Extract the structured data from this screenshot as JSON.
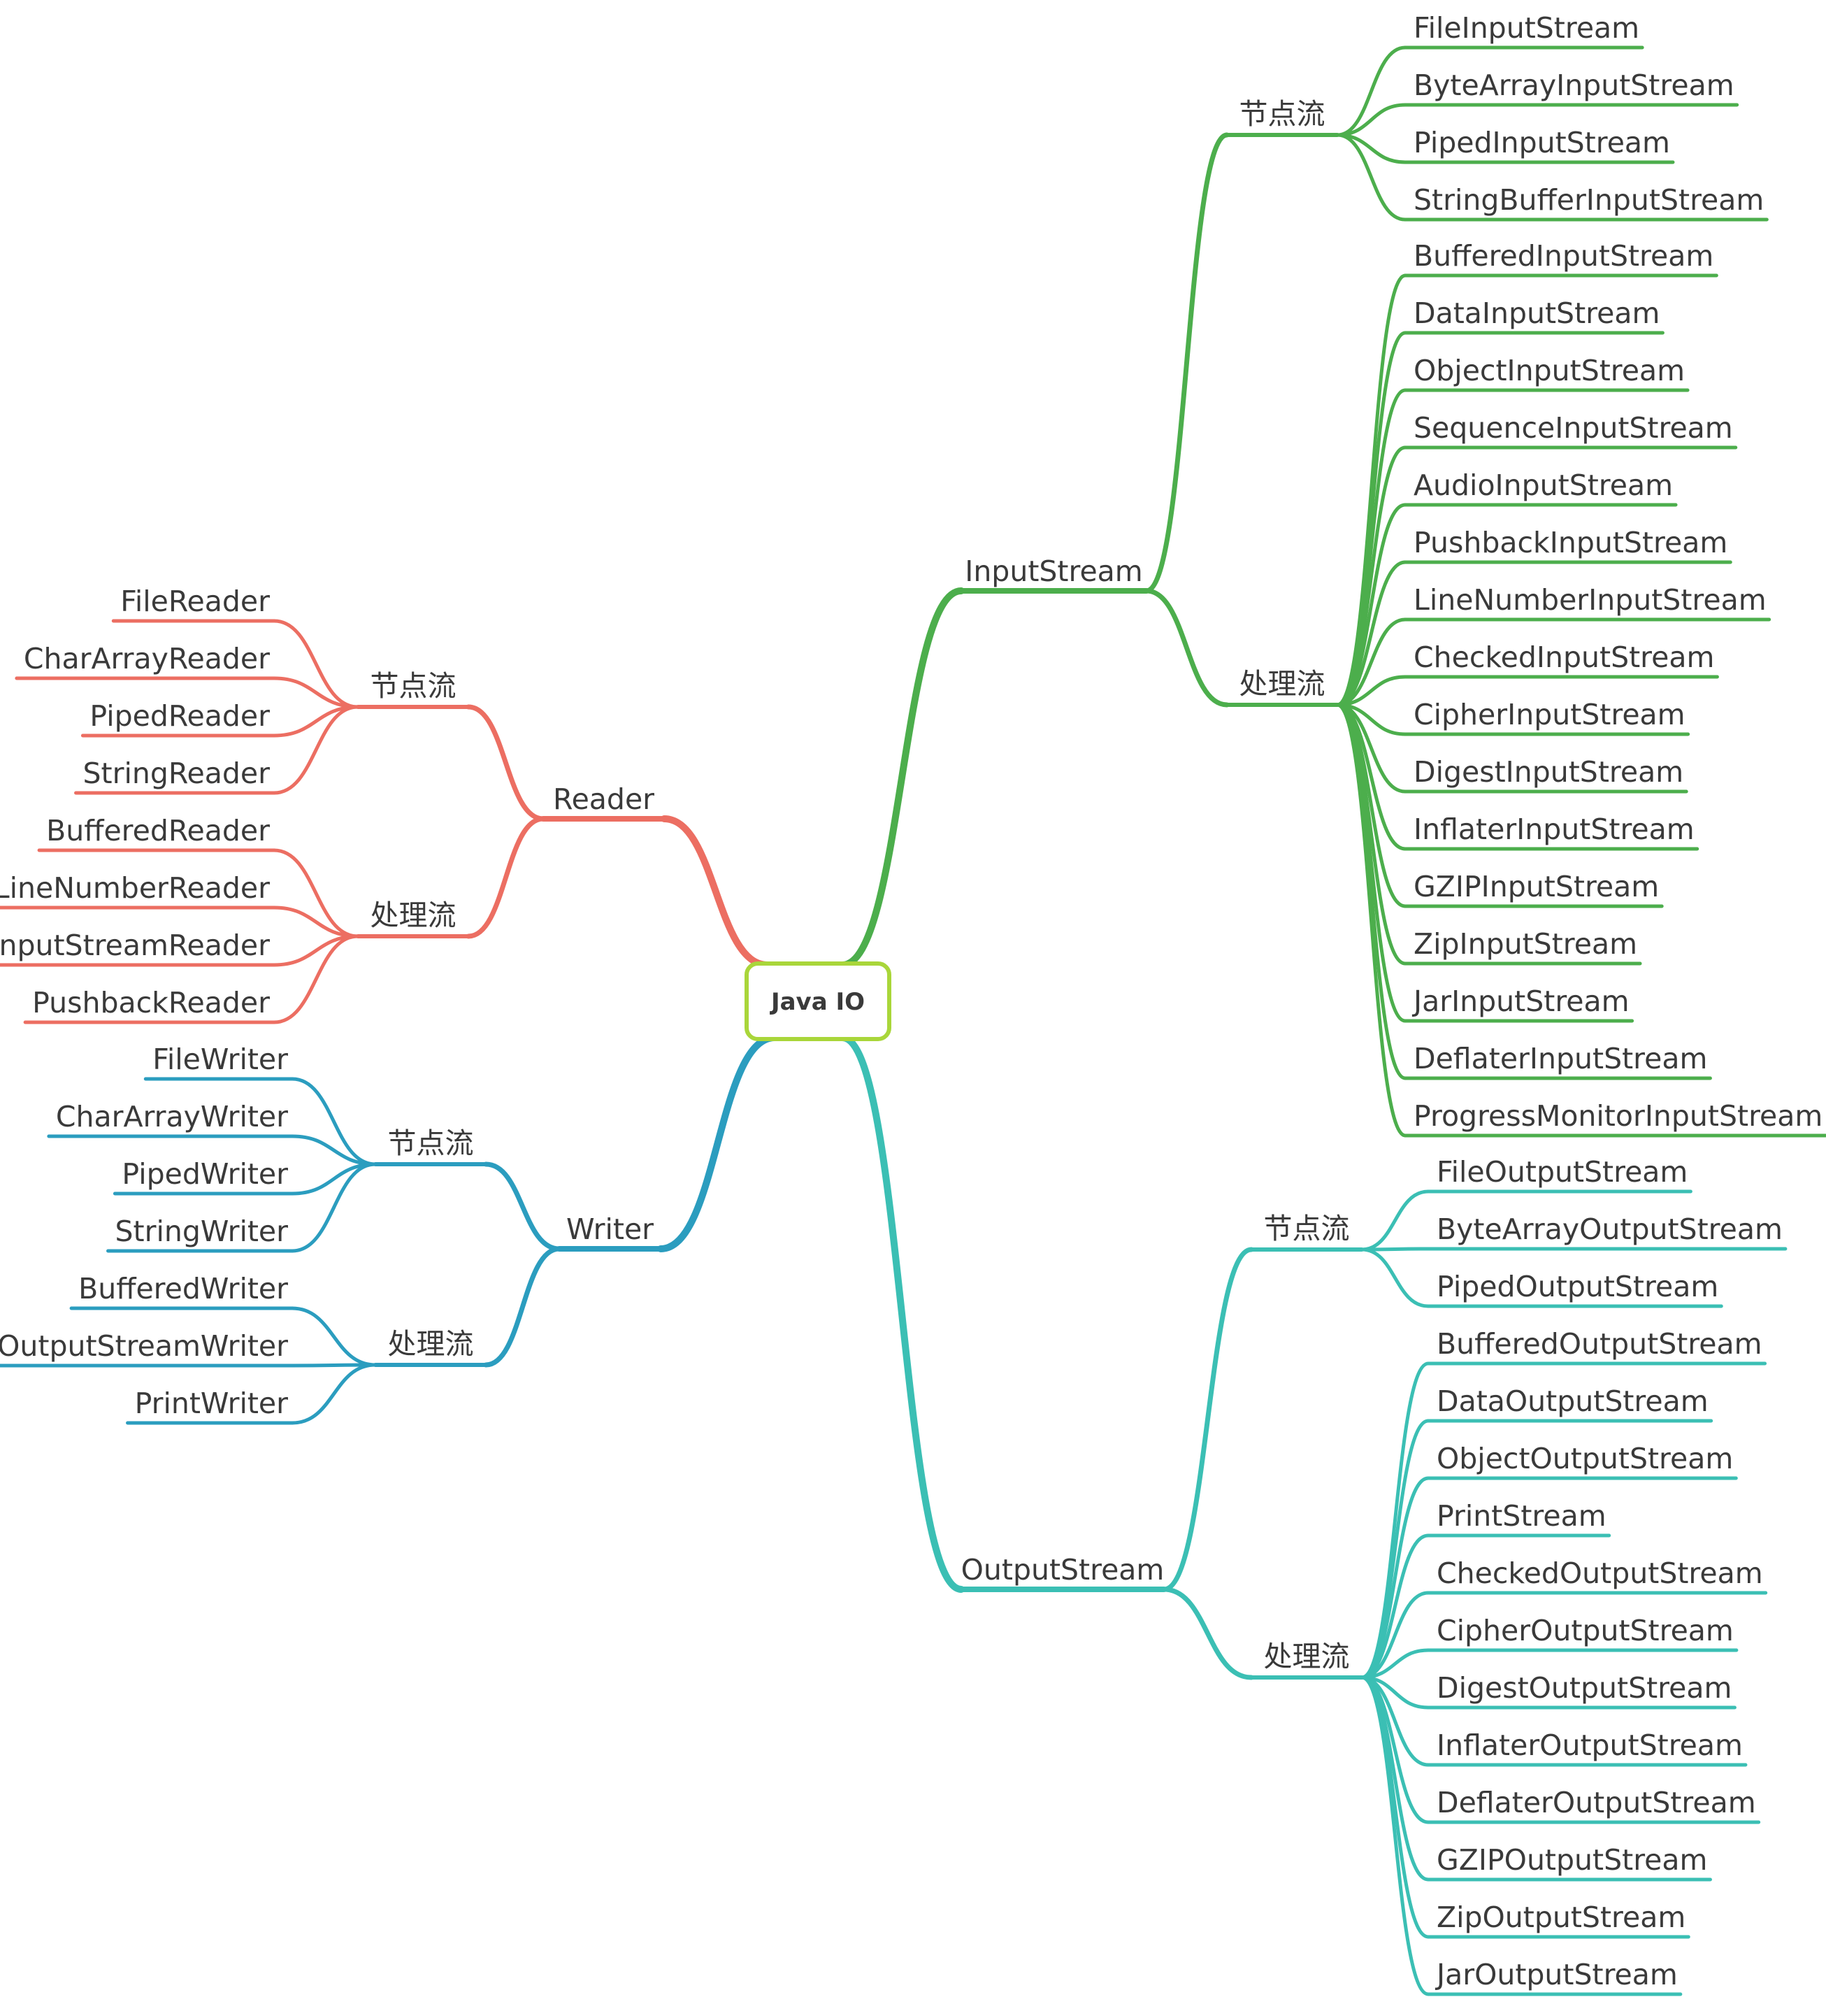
{
  "root": "Java IO",
  "colors": {
    "input": "#4cae4c",
    "output": "#3bbfb4",
    "reader": "#ec6e62",
    "writer": "#2b9dbf",
    "root_border": "#a9d63a",
    "root_text": "#3e6a1c"
  },
  "input": {
    "label": "InputStream",
    "node": {
      "label": "节点流",
      "items": [
        "FileInputStream",
        "ByteArrayInputStream",
        "PipedInputStream",
        "StringBufferInputStream"
      ]
    },
    "process": {
      "label": "处理流",
      "items": [
        "BufferedInputStream",
        "DataInputStream",
        "ObjectInputStream",
        "SequenceInputStream",
        "AudioInputStream",
        "PushbackInputStream",
        "LineNumberInputStream",
        "CheckedInputStream",
        "CipherInputStream",
        "DigestInputStream",
        "InflaterInputStream",
        "GZIPInputStream",
        "ZipInputStream",
        "JarInputStream",
        "DeflaterInputStream",
        "ProgressMonitorInputStream"
      ]
    }
  },
  "output": {
    "label": "OutputStream",
    "node": {
      "label": "节点流",
      "items": [
        "FileOutputStream",
        "ByteArrayOutputStream",
        "PipedOutputStream"
      ]
    },
    "process": {
      "label": "处理流",
      "items": [
        "BufferedOutputStream",
        "DataOutputStream",
        "ObjectOutputStream",
        "PrintStream",
        "CheckedOutputStream",
        "CipherOutputStream",
        "DigestOutputStream",
        "InflaterOutputStream",
        "DeflaterOutputStream",
        "GZIPOutputStream",
        "ZipOutputStream",
        "JarOutputStream"
      ]
    }
  },
  "reader": {
    "label": "Reader",
    "node": {
      "label": "节点流",
      "items": [
        "FileReader",
        "CharArrayReader",
        "PipedReader",
        "StringReader"
      ]
    },
    "process": {
      "label": "处理流",
      "items": [
        "BufferedReader",
        "LineNumberReader",
        "InputStreamReader",
        "PushbackReader"
      ]
    }
  },
  "writer": {
    "label": "Writer",
    "node": {
      "label": "节点流",
      "items": [
        "FileWriter",
        "CharArrayWriter",
        "PipedWriter",
        "StringWriter"
      ]
    },
    "process": {
      "label": "处理流",
      "items": [
        "BufferedWriter",
        "OutputStreamWriter",
        "PrintWriter"
      ]
    }
  }
}
